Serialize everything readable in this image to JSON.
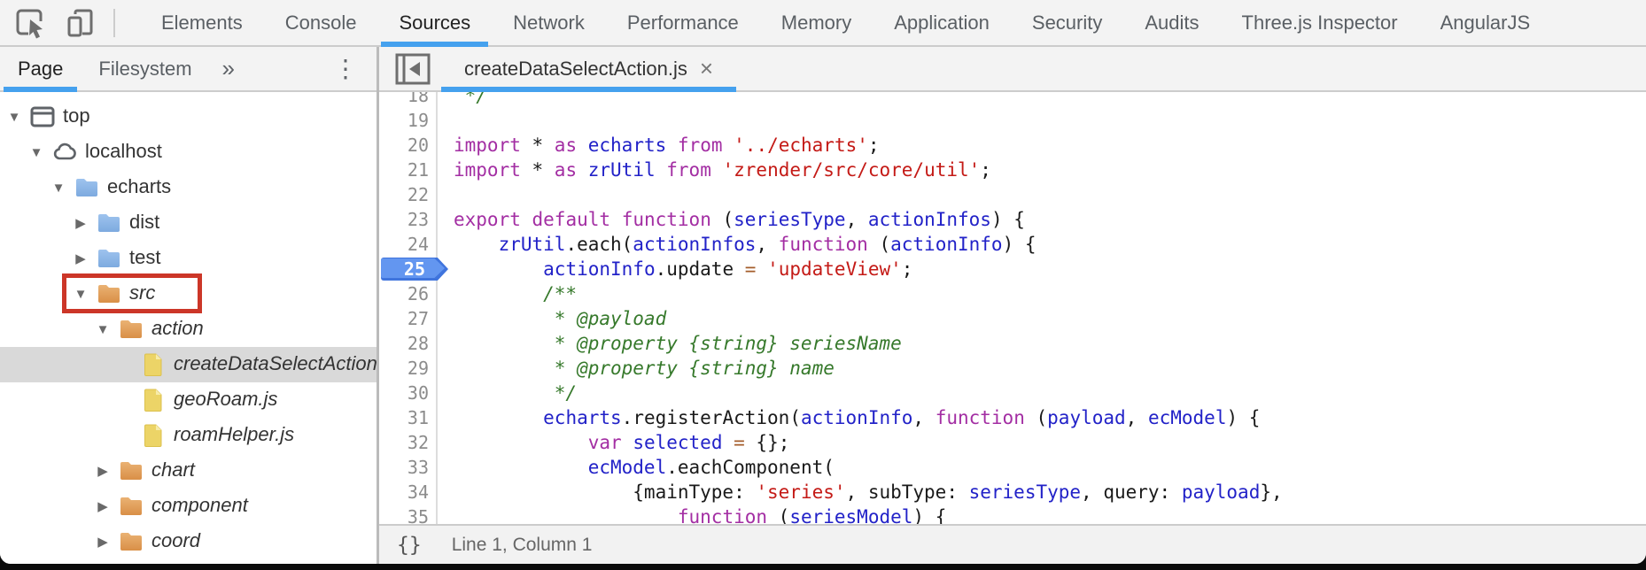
{
  "toolbar": {
    "tabs": [
      {
        "label": "Elements",
        "selected": false
      },
      {
        "label": "Console",
        "selected": false
      },
      {
        "label": "Sources",
        "selected": true
      },
      {
        "label": "Network",
        "selected": false
      },
      {
        "label": "Performance",
        "selected": false
      },
      {
        "label": "Memory",
        "selected": false
      },
      {
        "label": "Application",
        "selected": false
      },
      {
        "label": "Security",
        "selected": false
      },
      {
        "label": "Audits",
        "selected": false
      },
      {
        "label": "Three.js Inspector",
        "selected": false
      },
      {
        "label": "AngularJS",
        "selected": false
      }
    ],
    "icons": {
      "inspect": "inspect-icon",
      "device": "device-toolbar-icon"
    }
  },
  "sidebar": {
    "tabs": [
      {
        "label": "Page",
        "selected": true
      },
      {
        "label": "Filesystem",
        "selected": false
      }
    ],
    "more_tabs_glyph": "»",
    "menu_glyph": "⋮",
    "tree": [
      {
        "label": "top",
        "depth": 0,
        "expander": "open",
        "icon": "frame",
        "italic": false,
        "selected": false,
        "annotated": false
      },
      {
        "label": "localhost",
        "depth": 1,
        "expander": "open",
        "icon": "cloud",
        "italic": false,
        "selected": false,
        "annotated": false
      },
      {
        "label": "echarts",
        "depth": 2,
        "expander": "open",
        "icon": "folder-blue",
        "italic": false,
        "selected": false,
        "annotated": false
      },
      {
        "label": "dist",
        "depth": 3,
        "expander": "closed",
        "icon": "folder-blue",
        "italic": false,
        "selected": false,
        "annotated": false
      },
      {
        "label": "test",
        "depth": 3,
        "expander": "closed",
        "icon": "folder-blue",
        "italic": false,
        "selected": false,
        "annotated": false
      },
      {
        "label": "src",
        "depth": 3,
        "expander": "open",
        "icon": "folder-orange",
        "italic": true,
        "selected": false,
        "annotated": true
      },
      {
        "label": "action",
        "depth": 4,
        "expander": "open",
        "icon": "folder-orange",
        "italic": true,
        "selected": false,
        "annotated": false
      },
      {
        "label": "createDataSelectAction.js",
        "depth": 5,
        "expander": "none",
        "icon": "file",
        "italic": true,
        "selected": true,
        "annotated": false
      },
      {
        "label": "geoRoam.js",
        "depth": 5,
        "expander": "none",
        "icon": "file",
        "italic": true,
        "selected": false,
        "annotated": false
      },
      {
        "label": "roamHelper.js",
        "depth": 5,
        "expander": "none",
        "icon": "file",
        "italic": true,
        "selected": false,
        "annotated": false
      },
      {
        "label": "chart",
        "depth": 4,
        "expander": "closed",
        "icon": "folder-orange",
        "italic": true,
        "selected": false,
        "annotated": false
      },
      {
        "label": "component",
        "depth": 4,
        "expander": "closed",
        "icon": "folder-orange",
        "italic": true,
        "selected": false,
        "annotated": false
      },
      {
        "label": "coord",
        "depth": 4,
        "expander": "closed",
        "icon": "folder-orange",
        "italic": true,
        "selected": false,
        "annotated": false
      }
    ]
  },
  "editor": {
    "tab": {
      "title": "createDataSelectAction.js",
      "close_glyph": "×"
    },
    "lines": [
      {
        "num": 18,
        "current": false,
        "tokens": [
          [
            "com",
            " */"
          ]
        ]
      },
      {
        "num": 19,
        "current": false,
        "tokens": []
      },
      {
        "num": 20,
        "current": false,
        "tokens": [
          [
            "kw",
            "import"
          ],
          [
            "pl",
            " * "
          ],
          [
            "kw",
            "as"
          ],
          [
            "pl",
            " "
          ],
          [
            "def",
            "echarts"
          ],
          [
            "pl",
            " "
          ],
          [
            "kw",
            "from"
          ],
          [
            "pl",
            " "
          ],
          [
            "str",
            "'../echarts'"
          ],
          [
            "pl",
            ";"
          ]
        ]
      },
      {
        "num": 21,
        "current": false,
        "tokens": [
          [
            "kw",
            "import"
          ],
          [
            "pl",
            " * "
          ],
          [
            "kw",
            "as"
          ],
          [
            "pl",
            " "
          ],
          [
            "def",
            "zrUtil"
          ],
          [
            "pl",
            " "
          ],
          [
            "kw",
            "from"
          ],
          [
            "pl",
            " "
          ],
          [
            "str",
            "'zrender/src/core/util'"
          ],
          [
            "pl",
            ";"
          ]
        ]
      },
      {
        "num": 22,
        "current": false,
        "tokens": []
      },
      {
        "num": 23,
        "current": false,
        "tokens": [
          [
            "kw",
            "export"
          ],
          [
            "pl",
            " "
          ],
          [
            "kw",
            "default"
          ],
          [
            "pl",
            " "
          ],
          [
            "kw",
            "function"
          ],
          [
            "pl",
            " ("
          ],
          [
            "def",
            "seriesType"
          ],
          [
            "pl",
            ", "
          ],
          [
            "def",
            "actionInfos"
          ],
          [
            "pl",
            ") {"
          ]
        ]
      },
      {
        "num": 24,
        "current": false,
        "tokens": [
          [
            "pl",
            "    "
          ],
          [
            "def",
            "zrUtil"
          ],
          [
            "pl",
            ".each("
          ],
          [
            "def",
            "actionInfos"
          ],
          [
            "pl",
            ", "
          ],
          [
            "kw",
            "function"
          ],
          [
            "pl",
            " ("
          ],
          [
            "def",
            "actionInfo"
          ],
          [
            "pl",
            ") {"
          ]
        ]
      },
      {
        "num": 25,
        "current": true,
        "tokens": [
          [
            "pl",
            "        "
          ],
          [
            "def",
            "actionInfo"
          ],
          [
            "pl",
            ".update "
          ],
          [
            "op",
            "="
          ],
          [
            "pl",
            " "
          ],
          [
            "str",
            "'updateView'"
          ],
          [
            "pl",
            ";"
          ]
        ]
      },
      {
        "num": 26,
        "current": false,
        "tokens": [
          [
            "com",
            "        /**"
          ]
        ]
      },
      {
        "num": 27,
        "current": false,
        "tokens": [
          [
            "com",
            "         * @payload"
          ]
        ]
      },
      {
        "num": 28,
        "current": false,
        "tokens": [
          [
            "com",
            "         * @property {string} seriesName"
          ]
        ]
      },
      {
        "num": 29,
        "current": false,
        "tokens": [
          [
            "com",
            "         * @property {string} name"
          ]
        ]
      },
      {
        "num": 30,
        "current": false,
        "tokens": [
          [
            "com",
            "         */"
          ]
        ]
      },
      {
        "num": 31,
        "current": false,
        "tokens": [
          [
            "pl",
            "        "
          ],
          [
            "def",
            "echarts"
          ],
          [
            "pl",
            ".registerAction("
          ],
          [
            "def",
            "actionInfo"
          ],
          [
            "pl",
            ", "
          ],
          [
            "kw",
            "function"
          ],
          [
            "pl",
            " ("
          ],
          [
            "def",
            "payload"
          ],
          [
            "pl",
            ", "
          ],
          [
            "def",
            "ecModel"
          ],
          [
            "pl",
            ") {"
          ]
        ]
      },
      {
        "num": 32,
        "current": false,
        "tokens": [
          [
            "pl",
            "            "
          ],
          [
            "kw",
            "var"
          ],
          [
            "pl",
            " "
          ],
          [
            "def",
            "selected"
          ],
          [
            "pl",
            " "
          ],
          [
            "op",
            "="
          ],
          [
            "pl",
            " {};"
          ]
        ]
      },
      {
        "num": 33,
        "current": false,
        "tokens": [
          [
            "pl",
            "            "
          ],
          [
            "def",
            "ecModel"
          ],
          [
            "pl",
            ".eachComponent("
          ]
        ]
      },
      {
        "num": 34,
        "current": false,
        "tokens": [
          [
            "pl",
            "                {mainType: "
          ],
          [
            "str",
            "'series'"
          ],
          [
            "pl",
            ", subType: "
          ],
          [
            "def",
            "seriesType"
          ],
          [
            "pl",
            ", query: "
          ],
          [
            "def",
            "payload"
          ],
          [
            "pl",
            "},"
          ]
        ]
      },
      {
        "num": 35,
        "current": false,
        "tokens": [
          [
            "pl",
            "                    "
          ],
          [
            "kw",
            "function"
          ],
          [
            "pl",
            " ("
          ],
          [
            "def",
            "seriesModel"
          ],
          [
            "pl",
            ") {"
          ]
        ]
      }
    ],
    "status": {
      "pretty_print_glyph": "{}",
      "position": "Line 1, Column 1"
    }
  },
  "colors": {
    "accent_blue": "#45a1ee",
    "annotation_red": "#cc3628",
    "current_line_flag": "#6396f0",
    "keyword": "#a32ea3",
    "identifier": "#2222c8",
    "string": "#c41a16",
    "comment": "#36792b",
    "operator": "#a35c2a",
    "folder_blue": "#8cb6e6",
    "folder_orange": "#e19b57",
    "file_yellow": "#ecd97c"
  }
}
